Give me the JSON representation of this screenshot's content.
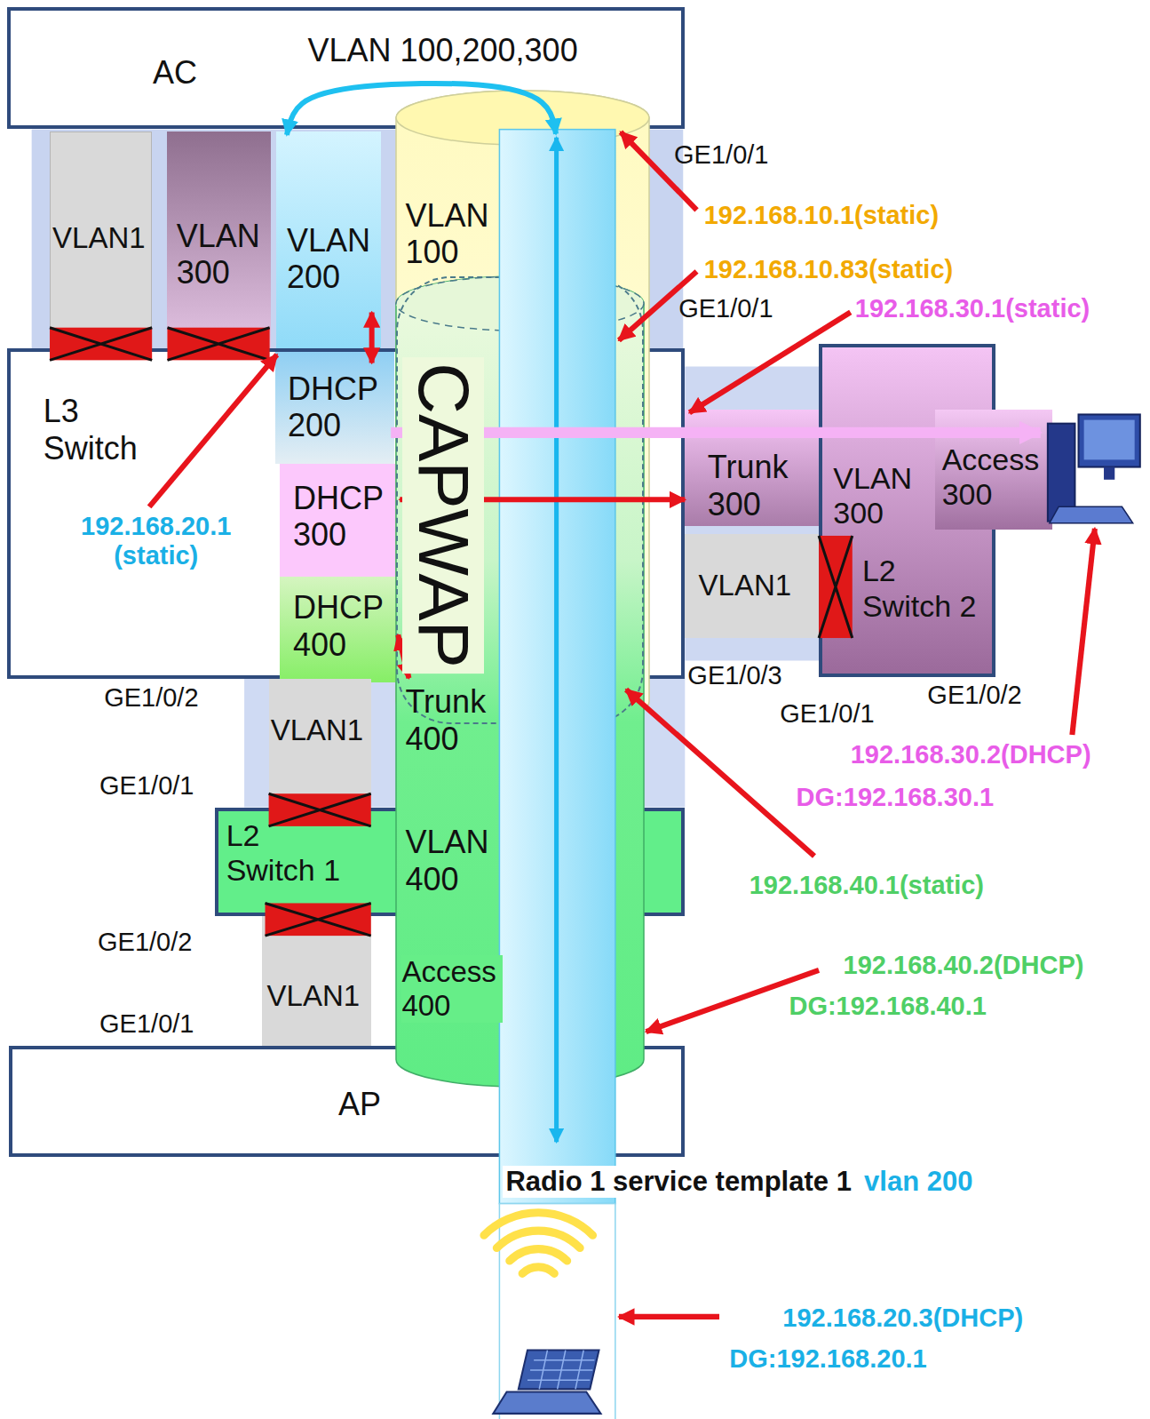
{
  "diagram": {
    "nodes": [
      {
        "text": [
          "AC"
        ]
      },
      {
        "text": [
          "VLAN1"
        ]
      },
      {
        "text": [
          "VLAN 300"
        ]
      },
      {
        "text": [
          "VLAN 200"
        ]
      },
      {
        "text": [
          "VLAN 100"
        ]
      },
      {
        "text": [
          "L3 Switch"
        ]
      },
      {
        "text": [
          "DHCP 200"
        ],
        "in": 5
      },
      {
        "text": [
          "DHCP 300"
        ],
        "in": 5
      },
      {
        "text": [
          "DHCP 400"
        ],
        "in": 5
      },
      {
        "text": [
          "CAPWAP"
        ]
      },
      {
        "text": [
          "Trunk 400",
          "VLAN 400",
          "Access 400"
        ]
      },
      {
        "text": [
          "VLAN1"
        ]
      },
      {
        "text": [
          "L2 Switch 1"
        ]
      },
      {
        "text": [
          "VLAN1"
        ]
      },
      {
        "text": [
          "AP"
        ]
      },
      {
        "text": [
          "Trunk 300"
        ]
      },
      {
        "text": [
          "VLAN1"
        ]
      },
      {
        "text": [
          "VLAN 300",
          "L2 Switch 2"
        ]
      },
      {
        "text": [
          "Access 300"
        ]
      }
    ],
    "edges": [
      {
        "from": 3,
        "to": 4,
        "arrow": "both"
      },
      {
        "from": 3,
        "to": 6,
        "arrow": "both"
      },
      {
        "from": 7,
        "to": 15,
        "arrow": "both"
      },
      {
        "from": 8,
        "to": 10,
        "arrow": "both"
      }
    ],
    "labels": [
      "VLAN 100,200,300",
      "GE1/0/1",
      "192.168.10.1(static)",
      "192.168.10.83(static)",
      "GE1/0/1",
      "192.168.30.1(static)",
      "192.168.20.1 (static)",
      "GE1/0/2",
      "GE1/0/1",
      "GE1/0/2",
      "GE1/0/1",
      "GE1/0/3",
      "GE1/0/1",
      "GE1/0/2",
      "192.168.30.2(DHCP)",
      "DG:192.168.30.1",
      "192.168.40.1(static)",
      "192.168.40.2(DHCP)",
      "DG:192.168.40.1",
      "Radio 1 service template 1",
      "vlan 200",
      "192.168.20.3(DHCP)",
      "DG:192.168.20.1"
    ]
  }
}
